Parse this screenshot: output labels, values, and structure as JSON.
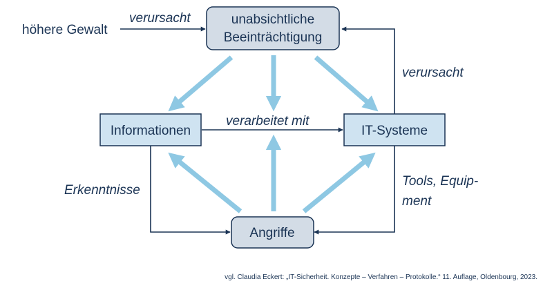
{
  "nodes": {
    "top_line1": "unabsichtliche",
    "top_line2": "Beeinträchtigung",
    "informationen": "Informationen",
    "it_systeme": "IT-Systeme",
    "angriffe": "Angriffe"
  },
  "labels": {
    "hoehere_gewalt": "höhere Gewalt",
    "verursacht_top": "verursacht",
    "verursacht_right": "verursacht",
    "verarbeitet_mit": "verarbeitet mit",
    "erkenntnisse": "Erkenntnisse",
    "tools_line1": "Tools, Equip-",
    "tools_line2": "ment"
  },
  "citation": "vgl. Claudia Eckert: „IT-Sicherheit. Konzepte – Verfahren – Protokolle.“ 11. Auflage, Oldenbourg, 2023.",
  "colors": {
    "dark_box_fill": "#d3dce6",
    "light_box_fill": "#cfe3f1",
    "border": "#1a3354",
    "thick_arrow": "#8ec8e3",
    "text": "#1a3354"
  }
}
